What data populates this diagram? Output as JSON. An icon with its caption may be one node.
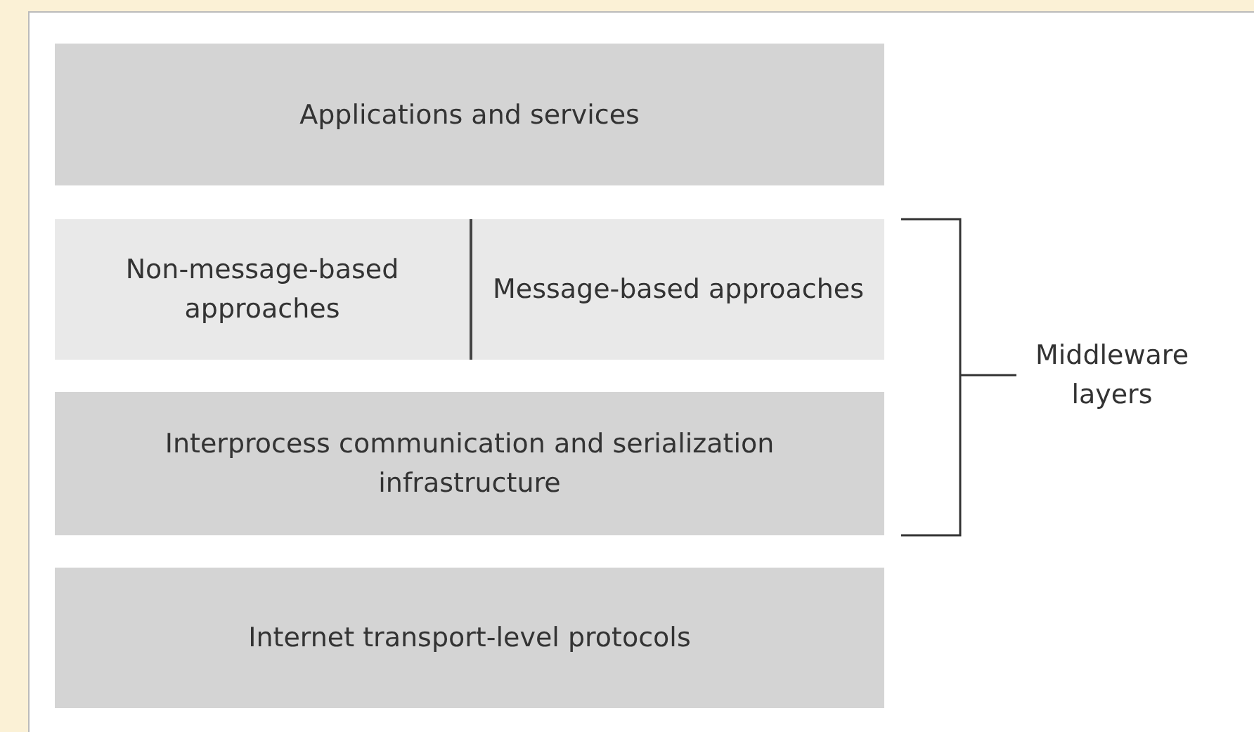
{
  "diagram": {
    "nodes": [
      {
        "text": [
          "Applications and services"
        ]
      },
      {
        "text": [
          "Non-message-based approaches"
        ]
      },
      {
        "text": [
          "Message-based approaches"
        ]
      },
      {
        "text": [
          "Interprocess communication and serialization infrastructure"
        ]
      },
      {
        "text": [
          "Internet transport-level protocols"
        ]
      }
    ],
    "labels": [
      "Middleware layers"
    ]
  }
}
